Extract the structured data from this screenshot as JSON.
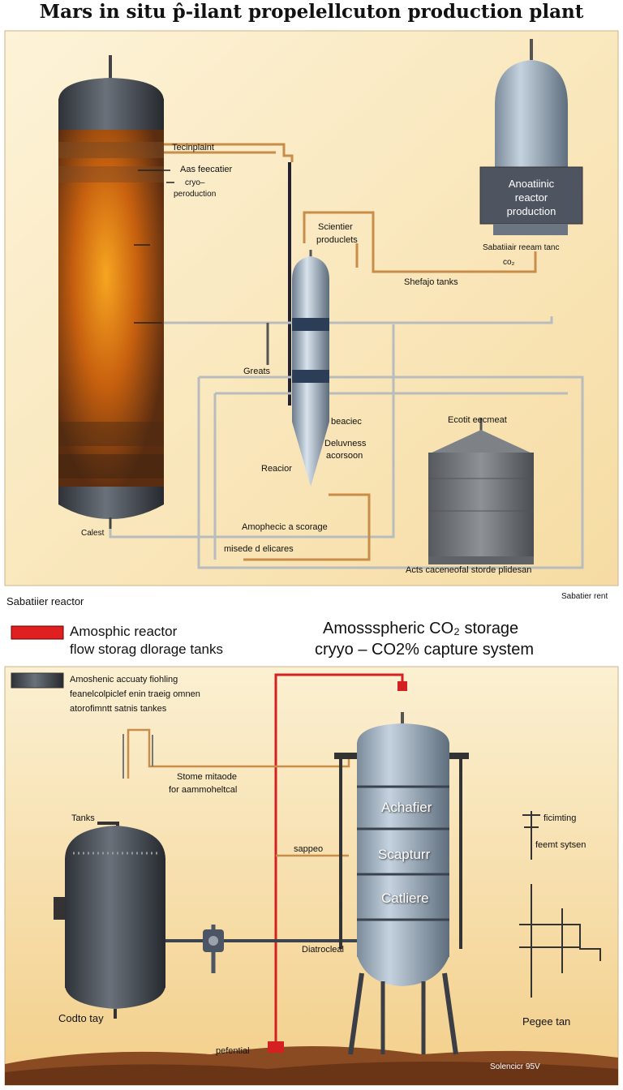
{
  "title": "Mars in situ p̂-ilant propelellcuton production plant",
  "top_panel": {
    "labels": {
      "techplant": "Tecinplaint",
      "aas_feed": "Aas feecatier",
      "cryo": "cryo–",
      "production": "peroduction",
      "scientier": "Scientier",
      "products": "produclets",
      "storage_tanks": "Shefajo tanks",
      "greats": "Greats",
      "beaciec": "beaciec",
      "deluvness": "Deluvness",
      "acorsson": "acorsoon",
      "reactor": "Reacior",
      "atmospheric_storage": "Amophecic a scorage",
      "misee": "misede d elicares",
      "calest": "Calest",
      "acts": "Acts caceneofal storde plidesan",
      "sabatier_room": "Sabatiiair reeam tanc",
      "co2": "co₂",
      "ecot": "Ecotit  eecmeat",
      "reactor_box": [
        "Anoatiinic",
        "reactor",
        "production"
      ]
    }
  },
  "section_labels": {
    "left": "Sabatiier reactor",
    "right": "Sabatier rent"
  },
  "legend": {
    "red_item": [
      "Amosphic reactor",
      "flow storag dlorage tanks"
    ],
    "gray_item": [
      "Amoshenic accuaty fiohling",
      "feanelcolpiclef enin traeig omnen",
      "atorofimntt satnis tankes"
    ],
    "color_red": "#e02020",
    "color_gray": "#6b7280"
  },
  "right_heading": [
    "Amossspheric CO₂ storage",
    "cryyo – CO2% capture system"
  ],
  "bottom_panel": {
    "labels": {
      "storage_mode": "Stome mitaode",
      "for_ammo": "for aammoheltcal",
      "tanks": "Tanks",
      "sappeo": "sappeo",
      "diatrocleal": "Diatrocleal",
      "codto_tay": "Codto tay",
      "pefential": "pefential",
      "ficimting": "ficimting",
      "feemt": "feemt sytsen",
      "pegee": "Pegee tan",
      "soleneicr": "Solencicr 95V"
    },
    "tank_rings": [
      "Achafier",
      "Scapturr",
      "Catliere"
    ]
  }
}
